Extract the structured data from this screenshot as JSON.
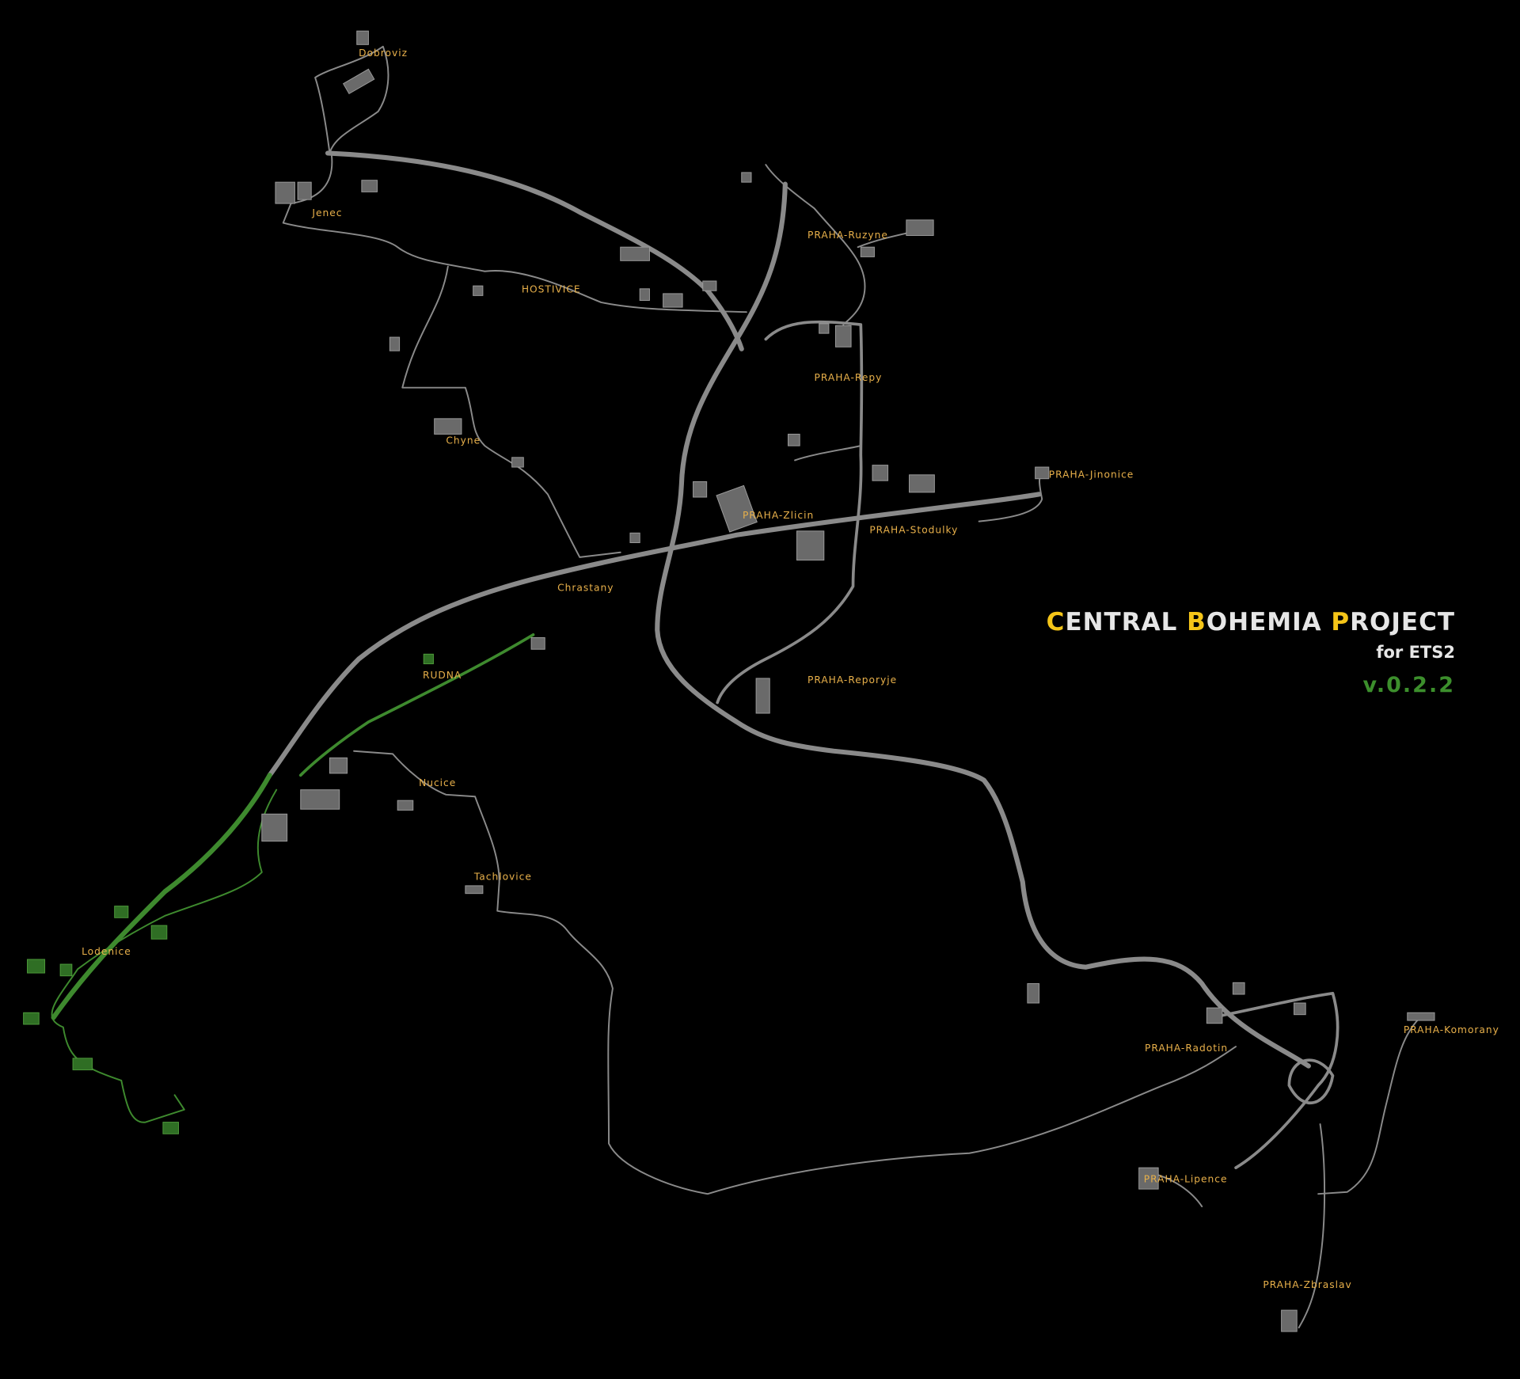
{
  "title": {
    "words": [
      {
        "initial": "C",
        "rest": "ENTRAL"
      },
      {
        "initial": "B",
        "rest": "OHEMIA"
      },
      {
        "initial": "P",
        "rest": "ROJECT"
      }
    ],
    "subtitle": "for ETS2",
    "version": "v.0.2.2"
  },
  "labels": [
    "Dobroviz",
    "Jenec",
    "HOSTIVICE",
    "PRAHA-Ruzyne",
    "PRAHA-Repy",
    "Chyne",
    "PRAHA-Jinonice",
    "PRAHA-Zlicin",
    "PRAHA-Stodulky",
    "Chrastany",
    "RUDNA",
    "PRAHA-Reporyje",
    "Nucice",
    "Tachlovice",
    "Lodenice",
    "PRAHA-Radotin",
    "PRAHA-Komorany",
    "PRAHA-Lipence",
    "PRAHA-Zbraslav"
  ],
  "colors": {
    "background": "#000000",
    "road": "#8a8a8a",
    "explored_road": "#3e8a2e",
    "label": "#e8b04a",
    "title_accent": "#f5c518",
    "version": "#3c8f2c"
  }
}
